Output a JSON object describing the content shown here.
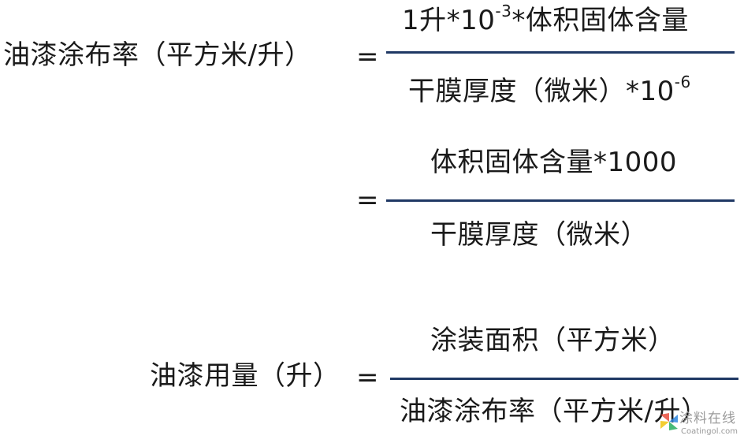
{
  "formula1": {
    "lhs": "油漆涂布率（平方米/升）",
    "eq": "=",
    "num_a": "1升*10",
    "num_a_exp": "-3",
    "num_b": "*体积固体含量",
    "den_a": "干膜厚度（微米）*10",
    "den_a_exp": "-6"
  },
  "formula2": {
    "eq": "=",
    "num": "体积固体含量*1000",
    "den": "干膜厚度（微米）"
  },
  "formula3": {
    "lhs": "油漆用量（升）",
    "eq": "=",
    "num": "涂装面积（平方米）",
    "den": "油漆涂布率（平方米/升）"
  },
  "watermark": {
    "cn": "涂料在线",
    "en": "Coatingol.com",
    "icon": "pinwheel-logo-icon"
  },
  "colors": {
    "text": "#1a1a1a",
    "fraction_bar": "#1f3864",
    "watermark": "#9a9a9a"
  }
}
